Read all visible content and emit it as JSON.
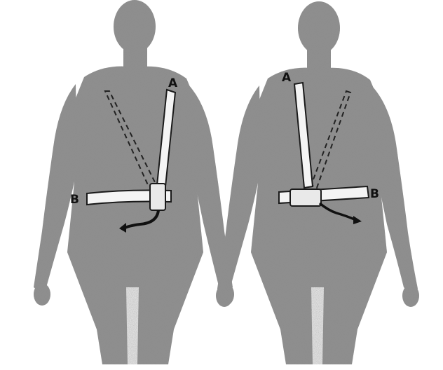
{
  "figures": [
    {
      "id": "left",
      "labels": {
        "strap": "A",
        "belt": "B"
      }
    },
    {
      "id": "right",
      "labels": {
        "strap": "A",
        "belt": "B"
      }
    }
  ],
  "colors": {
    "body_fill": "#8f8f8f",
    "body_texture": "#5a5a5a",
    "strap_fill": "#f4f4f4",
    "strap_outline": "#1a1a1a",
    "background": "#ffffff"
  },
  "icons": [
    "body-silhouette",
    "shoulder-strap",
    "waist-belt",
    "device-pouch",
    "cable"
  ]
}
